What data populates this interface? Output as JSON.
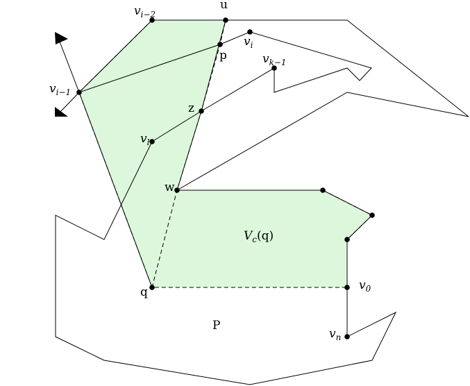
{
  "labels": {
    "u": "u",
    "p": "p",
    "z": "z",
    "w": "w",
    "q": "q",
    "P": "P",
    "vc": "V",
    "vc_sub": "c",
    "vc_arg": "(q)",
    "vi2_base": "v",
    "vi2_sub": "i−2",
    "vi_base": "v",
    "vi_sub": "i",
    "vk1_base": "v",
    "vk1_sub": "k−1",
    "vi1_base": "v",
    "vi1_sub": "i−1",
    "vl_base": "v",
    "vl_sub": "l",
    "v0_base": "v",
    "v0_sub": "0",
    "vn_base": "v",
    "vn_sub": "n"
  },
  "colors": {
    "fill": "#dcf7dc",
    "stroke": "#000000",
    "inner_edge": "#2e5a2e",
    "label_green": "#355e35"
  }
}
